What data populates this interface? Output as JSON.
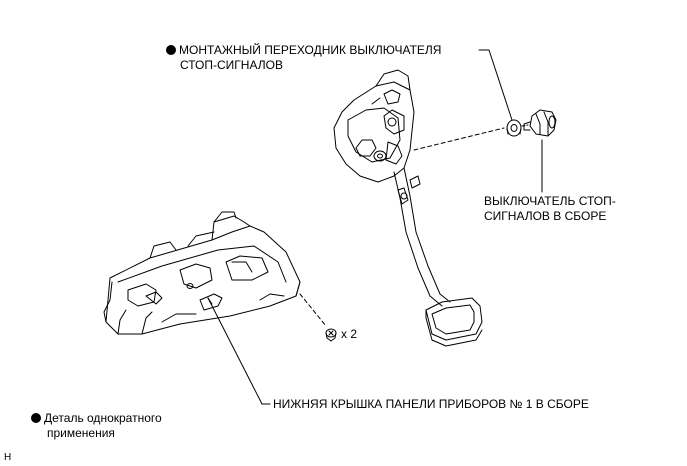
{
  "labels": {
    "adapter_line1": "МОНТАЖНЫЙ ПЕРЕХОДНИК ВЫКЛЮЧАТЕЛЯ",
    "adapter_line2": "СТОП-СИГНАЛОВ",
    "switch_line1": "ВЫКЛЮЧАТЕЛЬ СТОП-",
    "switch_line2": "СИГНАЛОВ В СБОРЕ",
    "quantity": "x 2",
    "cover": "НИЖНЯЯ КРЫШКА ПАНЕЛИ ПРИБОРОВ № 1 В СБОРЕ",
    "legend_line1": "Деталь однократного",
    "legend_line2": "применения",
    "corner_mark": "H"
  },
  "icons": {
    "single_use_marker": "filled-circle-icon"
  },
  "colors": {
    "line": "#000000",
    "background": "#ffffff"
  }
}
